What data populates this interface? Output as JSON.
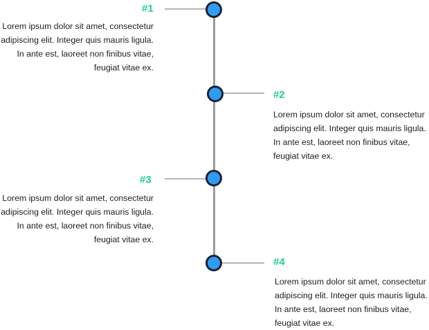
{
  "colors": {
    "accent": "#1fcf9d",
    "node_fill": "#2f9cf4",
    "node_ring": "#1b2233",
    "line": "#9a9a9a",
    "text": "#1d1d1d"
  },
  "entries": [
    {
      "number": "#1",
      "text": "Lorem ipsum dolor sit amet, consectetur adipiscing elit. Integer quis mauris ligula. In ante est, laoreet non finibus vitae, feugiat vitae ex."
    },
    {
      "number": "#2",
      "text": "Lorem ipsum dolor sit amet, consectetur adipiscing elit. Integer quis mauris ligula. In ante est, laoreet non finibus vitae, feugiat vitae ex."
    },
    {
      "number": "#3",
      "text": "Lorem ipsum dolor sit amet, consectetur adipiscing elit. Integer quis mauris ligula. In ante est, laoreet non finibus vitae, feugiat vitae ex."
    },
    {
      "number": "#4",
      "text": "Lorem ipsum dolor sit amet, consectetur adipiscing elit. Integer quis mauris ligula. In ante est, laoreet non finibus vitae, feugiat vitae ex."
    }
  ]
}
